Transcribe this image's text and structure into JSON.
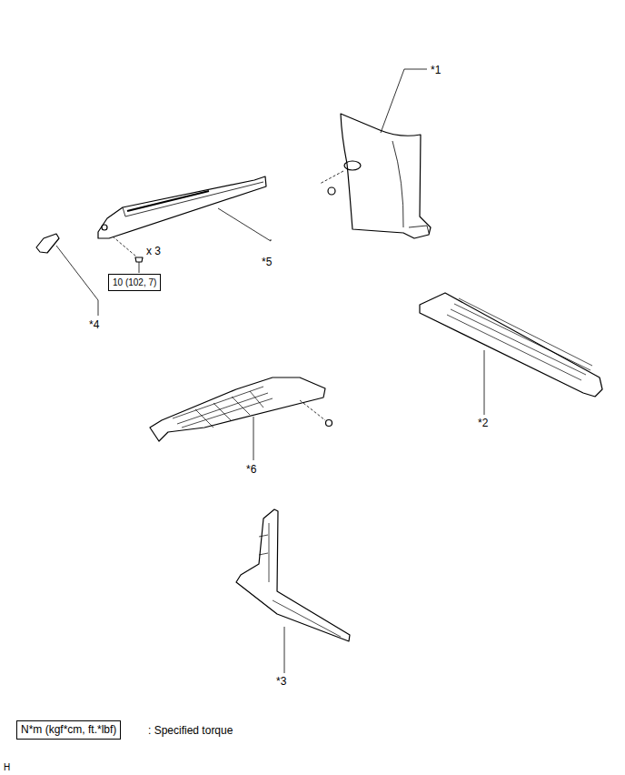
{
  "diagram": {
    "nodes": [
      {
        "text": [
          "10 (102, 7)"
        ]
      },
      {
        "text": [
          "N*m (kgf*cm, ft.*lbf)"
        ]
      }
    ],
    "labels": [
      "*1",
      "*5",
      "x 3",
      "*4",
      "*2",
      "*6",
      "*3",
      "H"
    ],
    "legend": [
      {
        "text": ": Specified torque"
      }
    ]
  }
}
